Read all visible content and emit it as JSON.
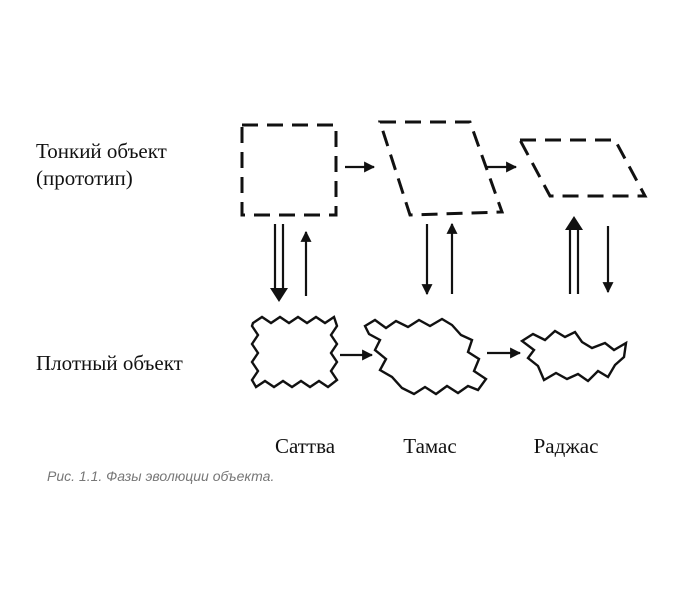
{
  "labels": {
    "subtle_line1": "Тонкий объект",
    "subtle_line2": "(прототип)",
    "dense": "Плотный объект"
  },
  "stages": [
    {
      "name": "Саттва"
    },
    {
      "name": "Тамас"
    },
    {
      "name": "Раджас"
    }
  ],
  "caption": "Рис. 1.1. Фазы эволюции объекта.",
  "colors": {
    "ink": "#111111",
    "caption": "#777777",
    "background": "#ffffff"
  }
}
